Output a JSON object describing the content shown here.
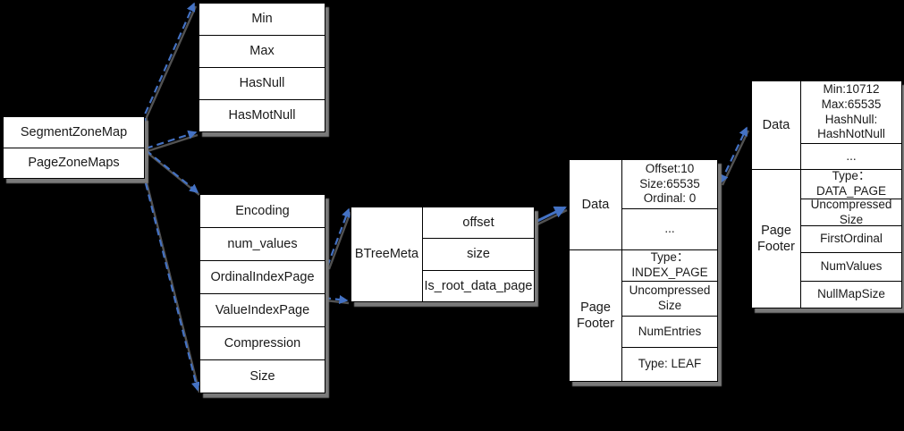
{
  "colors": {
    "background": "#000000",
    "box-fill": "#ffffff",
    "box-border": "#000000",
    "shadow-gray": "#7a7a7a",
    "connector-blue": "#4472C4"
  },
  "boxes": {
    "zone_map": {
      "rows": [
        "SegmentZoneMap",
        "PageZoneMaps"
      ]
    },
    "segment_stats": {
      "rows": [
        "Min",
        "Max",
        "HasNull",
        "HasMotNull"
      ]
    },
    "column_meta": {
      "rows": [
        "Encoding",
        "num_values",
        "OrdinalIndexPage",
        "ValueIndexPage",
        "Compression",
        "Size"
      ]
    },
    "btree_meta": {
      "label": "BTreeMeta",
      "rows": [
        "offset",
        "size",
        "Is_root_data_page"
      ]
    },
    "index_page": {
      "data_label": "Data",
      "footer_label": "Page Footer",
      "data_rows": [
        "Offset:10\nSize:65535\nOrdinal: 0",
        "..."
      ],
      "footer_rows": [
        "Type：\nINDEX_PAGE",
        "Uncompressed\nSize",
        "NumEntries",
        "Type: LEAF"
      ]
    },
    "data_page": {
      "data_label": "Data",
      "footer_label": "Page Footer",
      "data_rows": [
        "Min:10712\nMax:65535\nHashNull:\nHashNotNull",
        "..."
      ],
      "footer_rows": [
        "Type：\nDATA_PAGE",
        "Uncompressed\nSize",
        "FirstOrdinal",
        "NumValues",
        "NullMapSize"
      ]
    }
  }
}
